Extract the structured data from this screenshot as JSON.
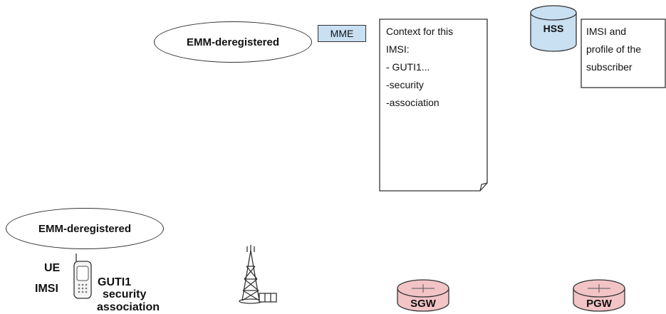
{
  "mme": {
    "state": "EMM-deregistered",
    "label": "MME",
    "context_note": {
      "lines": [
        "Context for this",
        "IMSI:",
        "- GUTI1...",
        "-security",
        "-association"
      ]
    }
  },
  "hss": {
    "label": "HSS",
    "note": {
      "lines": [
        "IMSI and",
        "profile of the",
        "subscriber"
      ]
    }
  },
  "ue": {
    "state": "EMM-deregistered",
    "label": "UE",
    "imsi_label": "IMSI",
    "guti_label": "GUTI1",
    "security_label": "security",
    "association_label": "association"
  },
  "sgw": {
    "label": "SGW"
  },
  "pgw": {
    "label": "PGW"
  },
  "colors": {
    "mme_fill": "#c9dff2",
    "hss_fill": "#c9dff2",
    "gateway_fill": "#f2c4c6",
    "stroke": "#333333"
  }
}
